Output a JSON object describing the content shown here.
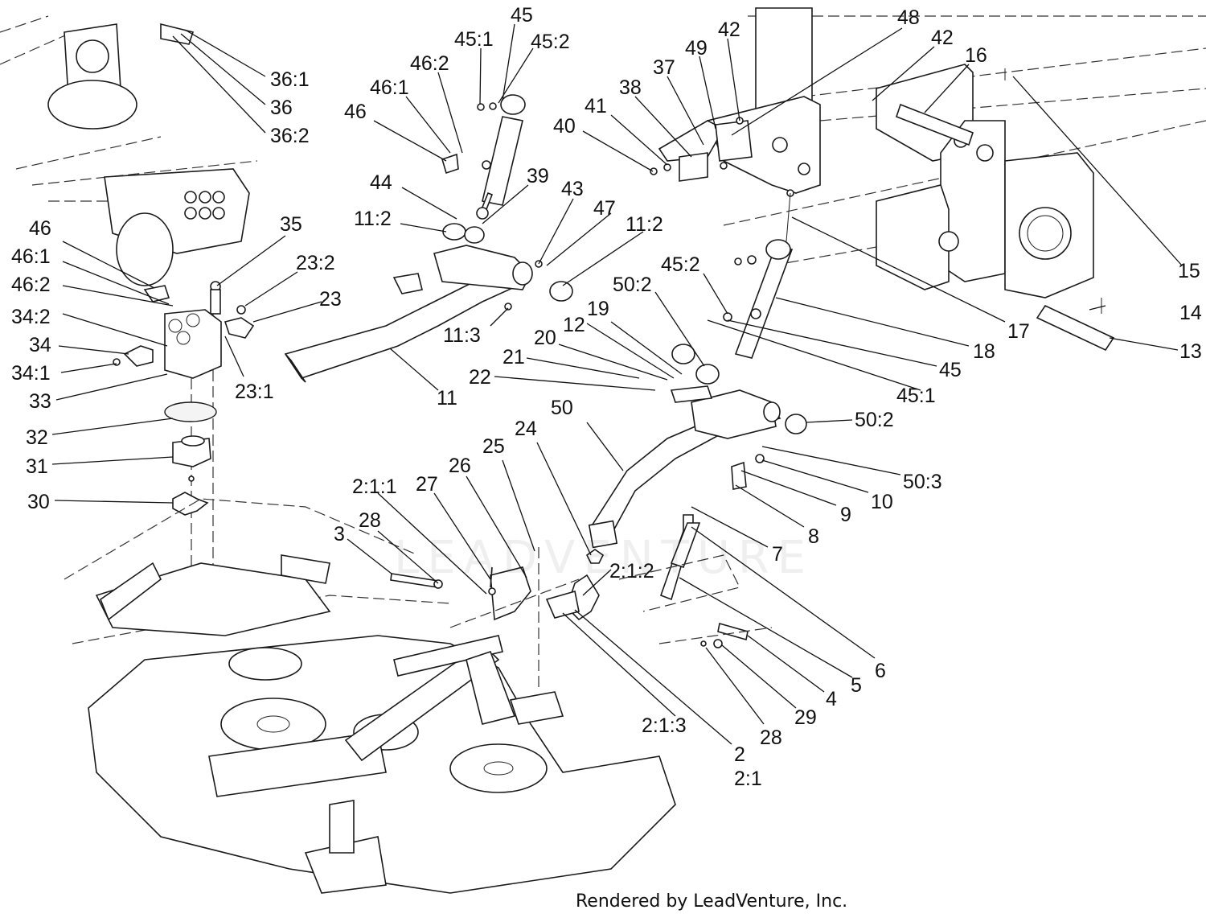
{
  "footer": "Rendered by LeadVenture, Inc.",
  "watermark": "LEADVENTURE",
  "callouts": {
    "c36_1": "36:1",
    "c36": "36",
    "c36_2": "36:2",
    "c45": "45",
    "c45_1a": "45:1",
    "c45_2a": "45:2",
    "c46_2a": "46:2",
    "c46_1a": "46:1",
    "c46a": "46",
    "c42a": "42",
    "c48": "48",
    "c42b": "42",
    "c16": "16",
    "c37": "37",
    "c49": "49",
    "c38": "38",
    "c41": "41",
    "c40": "40",
    "c15": "15",
    "c44": "44",
    "c39": "39",
    "c43": "43",
    "c47": "47",
    "c11_2a": "11:2",
    "c11_2b": "11:2",
    "c46b": "46",
    "c35": "35",
    "c46_1b": "46:1",
    "c23_2": "23:2",
    "c46_2b": "46:2",
    "c23": "23",
    "c34_2": "34:2",
    "c34": "34",
    "c34_1": "34:1",
    "c33": "33",
    "c23_1": "23:1",
    "c11_3": "11:3",
    "c11": "11",
    "c45_2b": "45:2",
    "c50_2a": "50:2",
    "c19": "19",
    "c12": "12",
    "c20": "20",
    "c21": "21",
    "c22": "22",
    "c14": "14",
    "c13": "13",
    "c18": "18",
    "c17": "17",
    "c45b": "45",
    "c45_1b": "45:1",
    "c32": "32",
    "c31": "31",
    "c30": "30",
    "c50": "50",
    "c24": "24",
    "c25": "25",
    "c26": "26",
    "c27": "27",
    "c2_1_1": "2:1:1",
    "c28a": "28",
    "c3": "3",
    "c50_2b": "50:2",
    "c50_3": "50:3",
    "c10": "10",
    "c9": "9",
    "c8": "8",
    "c7": "7",
    "c2_1_2": "2:1:2",
    "c6": "6",
    "c5": "5",
    "c4": "4",
    "c29": "29",
    "c28b": "28",
    "c2_1_3": "2:1:3",
    "c2": "2",
    "c2_1": "2:1"
  }
}
